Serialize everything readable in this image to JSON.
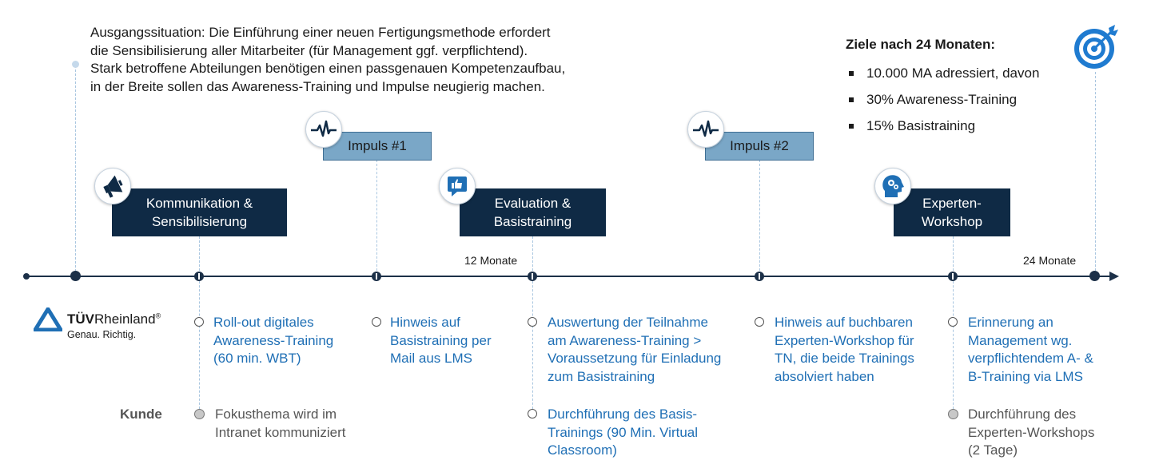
{
  "intro_text": [
    "Ausgangssituation: Die Einführung einer neuen Fertigungsmethode erfordert",
    "die Sensibilisierung aller Mitarbeiter (für Management ggf. verpflichtend).",
    "Stark betroffene Abteilungen benötigen einen passgenauen Kompetenzaufbau,",
    "in der Breite sollen das Awareness-Training und Impulse neugierig machen."
  ],
  "goals": {
    "title": "Ziele nach 24 Monaten:",
    "items": [
      "10.000 MA adressiert, davon",
      "30% Awareness-Training",
      "15% Basistraining"
    ]
  },
  "milestones": {
    "kommunikation": [
      "Kommunikation &",
      "Sensibilisierung"
    ],
    "impuls1": "Impuls #1",
    "evaluation": [
      "Evaluation &",
      "Basistraining"
    ],
    "impuls2": "Impuls #2",
    "experten": [
      "Experten-",
      "Workshop"
    ]
  },
  "month_labels": {
    "m12": "12 Monate",
    "m24": "24 Monate"
  },
  "logo": {
    "brand_bold": "TÜV",
    "brand_regular": "Rheinland",
    "reg": "®",
    "tagline": "Genau. Richtig."
  },
  "kunde_label": "Kunde",
  "blue_items": {
    "rollout": [
      "Roll-out digitales",
      "Awareness-Training",
      "(60 min. WBT)"
    ],
    "hinweis1": [
      "Hinweis auf",
      "Basistraining per",
      "Mail aus LMS"
    ],
    "auswertung": [
      "Auswertung der Teilnahme",
      "am Awareness-Training >",
      "Voraussetzung für Einladung",
      "zum Basistraining"
    ],
    "durchfuehrung_basis": [
      "Durchführung des Basis-",
      "Trainings (90 Min. Virtual",
      "Classroom)"
    ],
    "hinweis2": [
      "Hinweis auf buchbaren",
      "Experten-Workshop für",
      "TN, die beide Trainings",
      "absolviert haben"
    ],
    "erinnerung": [
      "Erinnerung an",
      "Management wg.",
      "verpflichtendem A- &",
      "B-Training via LMS"
    ]
  },
  "gray_items": {
    "fokus": [
      "Fokusthema wird im",
      "Intranet kommuniziert"
    ],
    "durchfuehrung_workshops": [
      "Durchführung des",
      "Experten-Workshops",
      "(2 Tage)"
    ]
  },
  "icons": {
    "kommunikation": "megaphone-icon",
    "impuls1": "pulse-icon",
    "evaluation": "thumbs-up-chat-icon",
    "impuls2": "pulse-icon",
    "experten": "head-gears-icon",
    "goals": "target-icon",
    "logo": "tuv-triangle-logo"
  },
  "colors": {
    "navy": "#0f2a45",
    "light_blue": "#7aa7c7",
    "text_blue": "#1f6fb5",
    "axis": "#1c3048",
    "dashed": "#a9c6e0",
    "target_blue": "#1f7bd0"
  }
}
